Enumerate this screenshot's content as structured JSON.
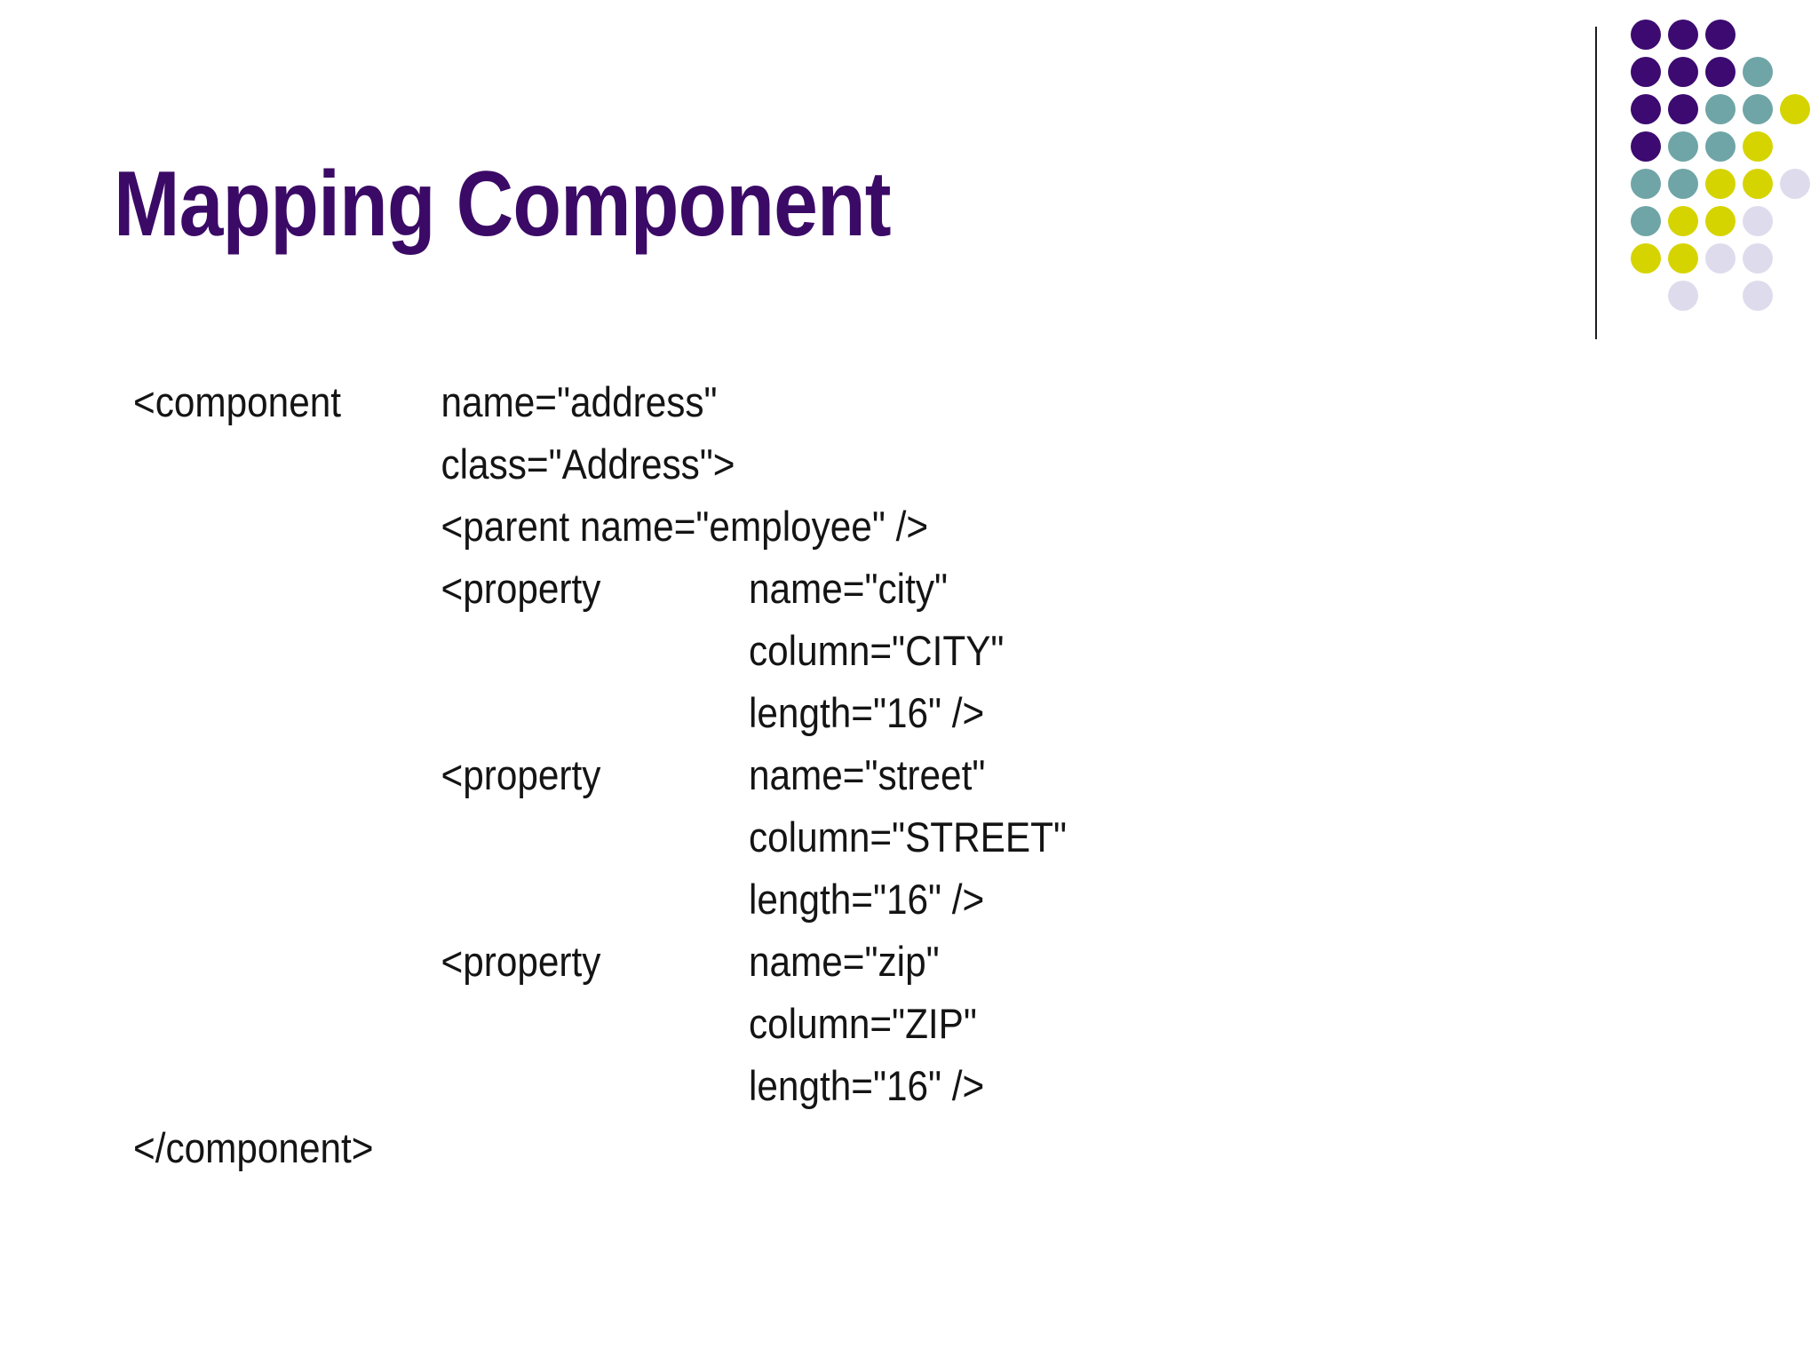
{
  "slide": {
    "title": "Mapping Component",
    "title_color": "#3B0A66",
    "background_color": "#FFFFFF"
  },
  "logo": {
    "name": "dot-grid-logo",
    "colors": {
      "purple": "#3C0A70",
      "teal": "#6FA5A6",
      "yellow": "#D6D400",
      "lavender": "#DEDCEC",
      "rule": "#1C1C22"
    },
    "rows": [
      [
        "purple",
        "purple",
        "purple"
      ],
      [
        "purple",
        "purple",
        "purple",
        "teal"
      ],
      [
        "purple",
        "purple",
        "teal",
        "teal",
        "yellow"
      ],
      [
        "purple",
        "teal",
        "teal",
        "yellow"
      ],
      [
        "teal",
        "teal",
        "yellow",
        "yellow",
        "lavender"
      ],
      [
        "teal",
        "yellow",
        "yellow",
        "lavender"
      ],
      [
        "yellow",
        "yellow",
        "lavender",
        "lavender"
      ],
      [
        "spacer",
        "lavender",
        "spacer",
        "lavender"
      ]
    ]
  },
  "code": {
    "language": "xml",
    "lines": [
      {
        "tag": "<component",
        "attr": "name=\"address\"",
        "indent": 0
      },
      {
        "tag": "",
        "attr": "class=\"Address\">",
        "indent": 1
      },
      {
        "tag": "",
        "attr": "<parent name=\"employee\" />",
        "indent": 1
      },
      {
        "tag": "<property",
        "attr": "name=\"city\"",
        "indent": 1
      },
      {
        "tag": "",
        "attr": "column=\"CITY\"",
        "indent": 2
      },
      {
        "tag": "",
        "attr": "length=\"16\" />",
        "indent": 2
      },
      {
        "tag": "<property",
        "attr": "name=\"street\"",
        "indent": 1
      },
      {
        "tag": "",
        "attr": "column=\"STREET\"",
        "indent": 2
      },
      {
        "tag": "",
        "attr": "length=\"16\" />",
        "indent": 2
      },
      {
        "tag": "<property",
        "attr": "name=\"zip\"",
        "indent": 1
      },
      {
        "tag": "",
        "attr": "column=\"ZIP\"",
        "indent": 2
      },
      {
        "tag": "",
        "attr": "length=\"16\" />",
        "indent": 2
      },
      {
        "tag": "</component>",
        "attr": "",
        "indent": 0
      }
    ],
    "full_text": "<component name=\"address\"\n            class=\"Address\">\n            <parent name=\"employee\" />\n            <property    name=\"city\"\n                         column=\"CITY\"\n                         length=\"16\" />\n            <property    name=\"street\"\n                         column=\"STREET\"\n                         length=\"16\" />\n            <property    name=\"zip\"\n                         column=\"ZIP\"\n                         length=\"16\" />\n</component>"
  }
}
